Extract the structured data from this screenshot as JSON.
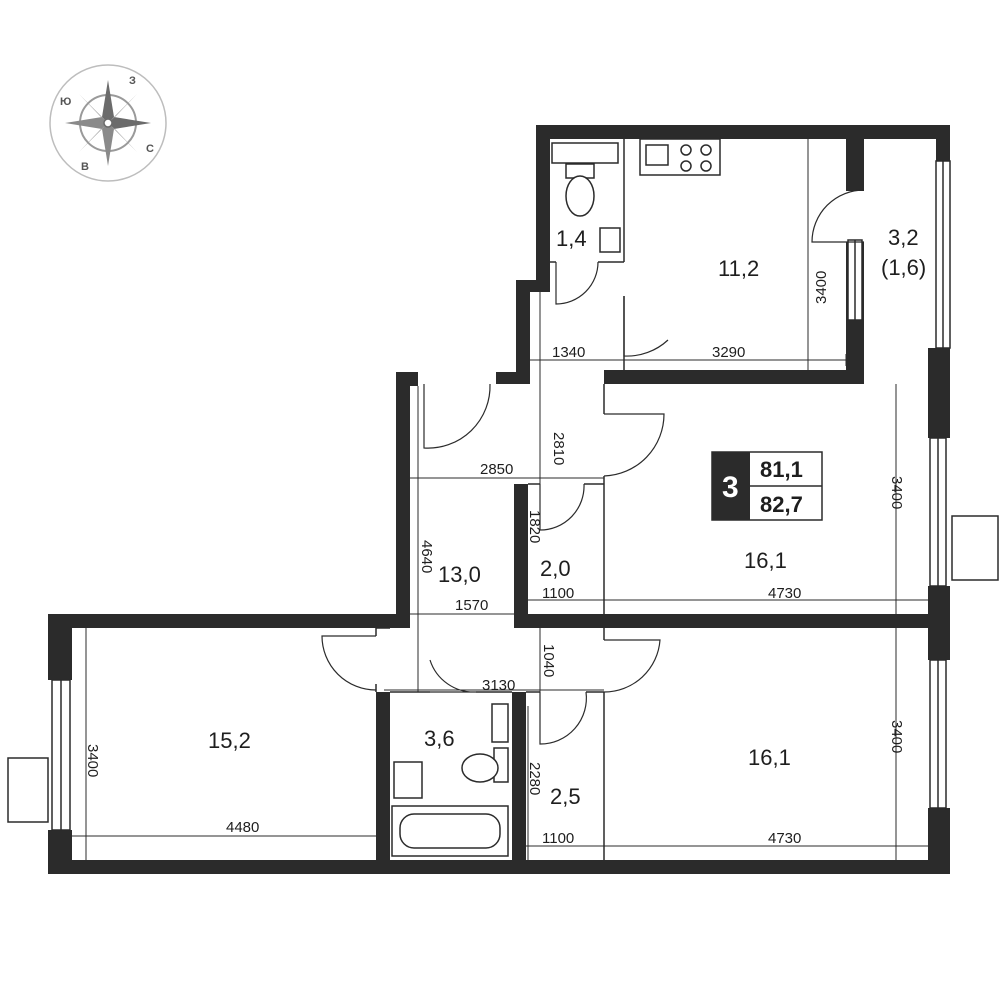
{
  "compass": {
    "letters": {
      "north": "З",
      "south": "В",
      "east": "С",
      "west": "Ю"
    }
  },
  "summary_badge": {
    "rooms": "3",
    "living_area": "81,1",
    "total_area": "82,7"
  },
  "rooms": {
    "toilet": "1,4",
    "kitchen": "11,2",
    "balcony": "3,2",
    "balcony_reduced": "(1,6)",
    "hall": "13,0",
    "storage": "2,0",
    "bedroom_ne": "16,1",
    "bedroom_w": "15,2",
    "bathroom": "3,6",
    "wardrobe": "2,5",
    "bedroom_se": "16,1"
  },
  "dimensions": {
    "d1340": "1340",
    "d3290": "3290",
    "d3400_kitchen": "3400",
    "d2810": "2810",
    "d2850": "2850",
    "d3400_ne": "3400",
    "d1820": "1820",
    "d4640": "4640",
    "d1570": "1570",
    "d1100_top": "1100",
    "d4730_top": "4730",
    "d1040": "1040",
    "d3130": "3130",
    "d3400_w": "3400",
    "d4480": "4480",
    "d2280": "2280",
    "d1100_bottom": "1100",
    "d4730_bottom": "4730",
    "d3400_se": "3400"
  }
}
